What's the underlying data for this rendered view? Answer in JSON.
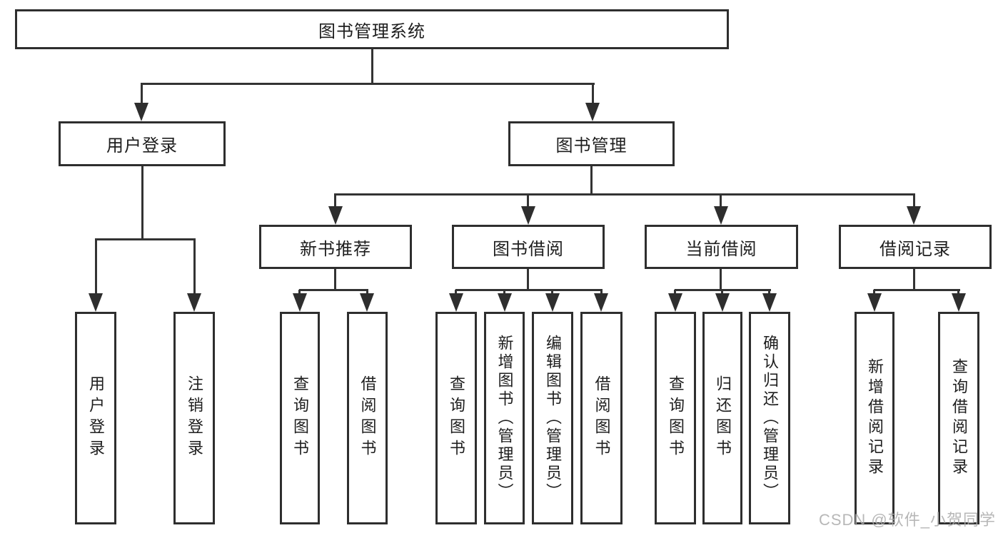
{
  "diagram": {
    "root": "图书管理系统",
    "level2": [
      {
        "label": "用户登录",
        "children": [
          "用户登录",
          "注销登录"
        ]
      },
      {
        "label": "图书管理"
      }
    ],
    "level3": [
      {
        "label": "新书推荐",
        "children": [
          "查询图书",
          "借阅图书"
        ]
      },
      {
        "label": "图书借阅",
        "children": [
          "查询图书",
          "新增图书（管理员）",
          "编辑图书（管理员）",
          "借阅图书"
        ]
      },
      {
        "label": "当前借阅",
        "children": [
          "查询图书",
          "归还图书",
          "确认归还（管理员）"
        ]
      },
      {
        "label": "借阅记录",
        "children": [
          "新增借阅记录",
          "查询借阅记录"
        ]
      }
    ],
    "line_color": "#333333",
    "border_color": "#2e2e2e"
  },
  "watermark": "CSDN @软件_小贺同学"
}
